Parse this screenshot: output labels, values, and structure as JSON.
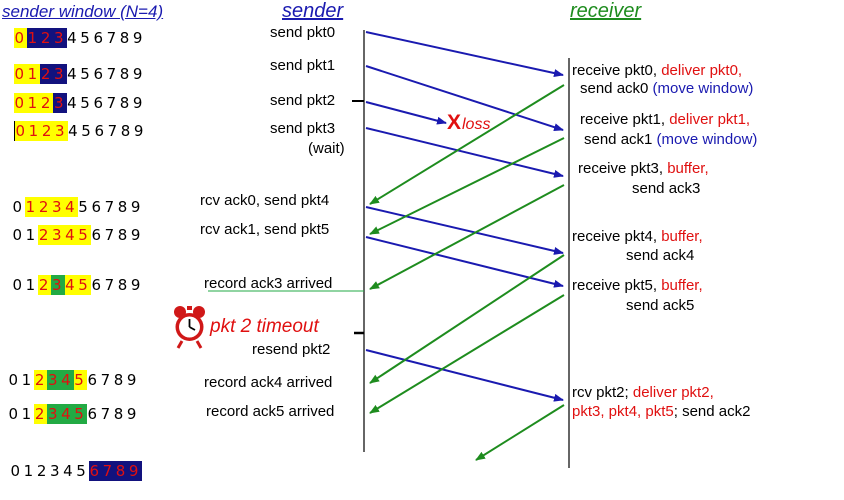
{
  "header": {
    "sender_window_title": "sender window (N=4)",
    "sender_title": "sender",
    "receiver_title": "receiver"
  },
  "windows": [
    [
      "0",
      "1",
      "2",
      "3",
      "4",
      "5",
      "6",
      "7",
      "8",
      "9"
    ],
    [
      "0",
      "1",
      "2",
      "3",
      "4",
      "5",
      "6",
      "7",
      "8",
      "9"
    ],
    [
      "0",
      "1",
      "2",
      "3",
      "4",
      "5",
      "6",
      "7",
      "8",
      "9"
    ],
    [
      "0",
      "1",
      "2",
      "3",
      "4",
      "5",
      "6",
      "7",
      "8",
      "9"
    ],
    [
      "0",
      "1",
      "2",
      "3",
      "4",
      "5",
      "6",
      "7",
      "8",
      "9"
    ],
    [
      "0",
      "1",
      "2",
      "3",
      "4",
      "5",
      "6",
      "7",
      "8",
      "9"
    ],
    [
      "0",
      "1",
      "2",
      "3",
      "4",
      "5",
      "6",
      "7",
      "8",
      "9"
    ],
    [
      "0",
      "1",
      "2",
      "3",
      "4",
      "5",
      "6",
      "7",
      "8",
      "9"
    ],
    [
      "0",
      "1",
      "2",
      "3",
      "4",
      "5",
      "6",
      "7",
      "8",
      "9"
    ],
    [
      "0",
      "1",
      "2",
      "3",
      "4",
      "5",
      "6",
      "7",
      "8",
      "9"
    ]
  ],
  "sender_events": {
    "send_pkt0": "send pkt0",
    "send_pkt1": "send pkt1",
    "send_pkt2": "send pkt2",
    "send_pkt3": "send pkt3",
    "wait": "(wait)",
    "rcv_ack0": "rcv ack0, send pkt4",
    "rcv_ack1": "rcv ack1, send pkt5",
    "record_ack3": "record ack3 arrived",
    "timeout": "pkt 2 timeout",
    "resend_pkt2": "resend pkt2",
    "record_ack4": "record ack4 arrived",
    "record_ack5": "record ack5 arrived"
  },
  "loss_label": "loss",
  "loss_mark": "X",
  "receiver_events": {
    "r1a": "receive pkt0, ",
    "r1b": "deliver pkt0,",
    "r1c": "send ack0 ",
    "r1d": "(move window)",
    "r2a": "receive pkt1, ",
    "r2b": "deliver pkt1,",
    "r2c": "send ack1 ",
    "r2d": "(move window)",
    "r3a": "receive pkt3, ",
    "r3b": "buffer,",
    "r3c": "send ack3",
    "r4a": "receive pkt4, ",
    "r4b": "buffer,",
    "r4c": "send ack4",
    "r5a": "receive pkt5, ",
    "r5b": "buffer,",
    "r5c": "send ack5",
    "r6a": "rcv pkt2; ",
    "r6b": "deliver pkt2,",
    "r6c": "pkt3, pkt4, pkt5",
    "r6d": "; send ack2"
  },
  "colors": {
    "packet_arrow": "#1a1ab0",
    "ack_arrow": "#1e8c1e",
    "highlight_yellow": "#ffff00",
    "highlight_navy": "#12127e",
    "highlight_green": "#22aa44",
    "text_red": "#e01010"
  }
}
